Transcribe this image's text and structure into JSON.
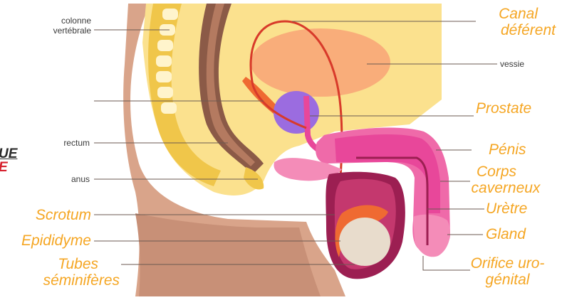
{
  "colors": {
    "accent_label": "#f5a623",
    "small_label": "#3a3a3a",
    "skin": "#d9a48a",
    "abdomen": "#fbe18e",
    "bladder": "#f9ad7a",
    "prostate": "#9b6ce0",
    "penis": "#e8479a",
    "rectum": "#8b5a47",
    "vertebra": "#fff4cc",
    "testis": "#e8dccc",
    "epididymis": "#ef6a32",
    "scrotum": "#9c1f52"
  },
  "labels": {
    "colonne": [
      "colonne",
      "vertébrale"
    ],
    "rectum": "rectum",
    "anus": "anus",
    "vessie": "vessie",
    "canal": [
      "Canal",
      "déférent"
    ],
    "prostate": "Prostate",
    "penis": "Pénis",
    "corps": [
      "Corps",
      "caverneux"
    ],
    "uretre": "Urètre",
    "gland": "Gland",
    "orifice": [
      "Orifice uro-",
      "génital"
    ],
    "scrotum": "Scrotum",
    "epididyme": "Epididyme",
    "tubes": [
      "Tubes",
      "séminifères"
    ]
  },
  "clipped_text": {
    "line1": "UE",
    "line2": "E"
  }
}
